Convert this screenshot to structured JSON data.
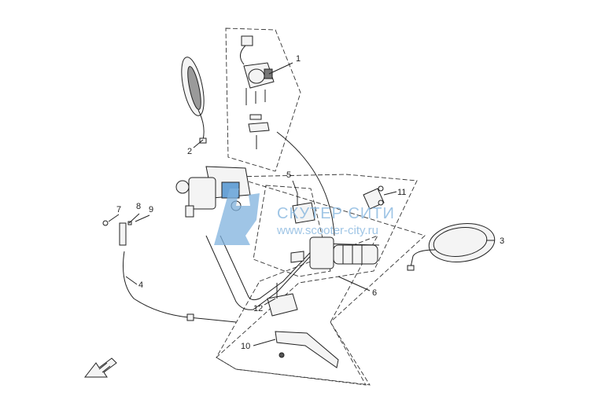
{
  "diagram": {
    "callouts": [
      "1",
      "2",
      "3",
      "4",
      "5",
      "6",
      "7",
      "8",
      "9",
      "10",
      "11",
      "12"
    ],
    "watermark": {
      "title": "СКУТЕР СИТИ",
      "url": "www.scooter-city.ru",
      "color": "#7fb2dd"
    },
    "icons": [
      "direction-arrow-icon",
      "watermark-logo-icon"
    ]
  }
}
